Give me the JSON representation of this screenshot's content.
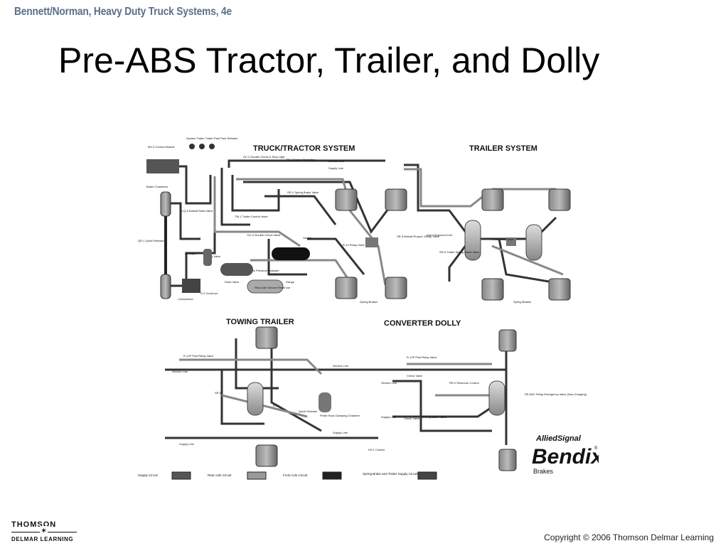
{
  "header": {
    "book_title": "Bennett/Norman, Heavy Duty Truck Systems, 4e",
    "slide_title": "Pre-ABS Tractor, Trailer, and Dolly"
  },
  "diagram": {
    "sections": {
      "truck_tractor": "TRUCK/TRACTOR SYSTEM",
      "trailer": "TRAILER SYSTEM",
      "towing_trailer": "TOWING TRAILER",
      "converter_dolly": "CONVERTER DOLLY"
    },
    "labels": {
      "mv3": "MV-3 Control Module",
      "switches": "System Trailer Trailer Park Park Release",
      "brake_chambers": "Brake Chambers",
      "dc2": "DC-2 Double Check & Stop Light",
      "tp3": "TP-3 Tractor Protection",
      "service_line": "Service Line",
      "supply_line": "Supply Line",
      "sr1": "SR-1 Spring Brake Valve",
      "tw1": "TW-1 Trailer Control Valve",
      "lq5": "LQ-5 Bobtail Ratio Valve",
      "dc4": "DC-4 Double Check Valve",
      "lp3": "LP-3 Low Pressure Indicator",
      "gauge": "Gauge",
      "air_dryer": "Air Dryer",
      "safety_valve": "Safety Valve",
      "compressor": "Compressor",
      "governor": "D-2 Governor",
      "drain_valve": "Drain Valve",
      "reservoir": "Rear Axle Service Reservoir",
      "qr1": "QR-1 Quick Release",
      "r12": "R-12 Relay Valve",
      "sr5_rear": "SR-5 Bobtail Proport. Relay Valve",
      "spring_brakes": "Spring Brakes",
      "anti_compound": "Anti-Compound Line",
      "sr5_trailer": "SR-5 Trailer Spring Brake Valve",
      "r12_trailer": "R-12 Relay Valve",
      "r12p_tow": "R-12P Pilot Relay Valve",
      "r12p_dolly": "R-12P Pilot Relay Valve",
      "sr5": "SR-5",
      "r12_short": "R-12",
      "quick_release": "Quick Release",
      "pintle_hook": "Pintle Hook Clamping Chamber",
      "check_valve": "Check Valve",
      "rr2": "RR-2 Reservoir Control",
      "re6nc": "RE-6NC Relay Emergency Valve (Non-Charging)",
      "dv1": "DV-1 Synaflex Valve",
      "hv1": "HV-1 Control"
    },
    "legend": {
      "supply": "Supply Circuit",
      "rear": "Rear Axle Circuit",
      "front": "Front Axle Circuit",
      "spring": "Spring Brake and Trailer Supply Circuit"
    },
    "legend_colors": {
      "supply": "#555555",
      "rear": "#9a9a9a",
      "front": "#222222",
      "spring": "#444444"
    },
    "brand": {
      "allied": "AlliedSignal",
      "bendix": "Bendix",
      "reg": "®",
      "brakes": "Brakes"
    }
  },
  "footer": {
    "publisher_top": "THOMSON",
    "publisher_mark": "✶",
    "publisher_bottom": "DELMAR LEARNING",
    "copyright": "Copyright © 2006 Thomson Delmar Learning"
  }
}
